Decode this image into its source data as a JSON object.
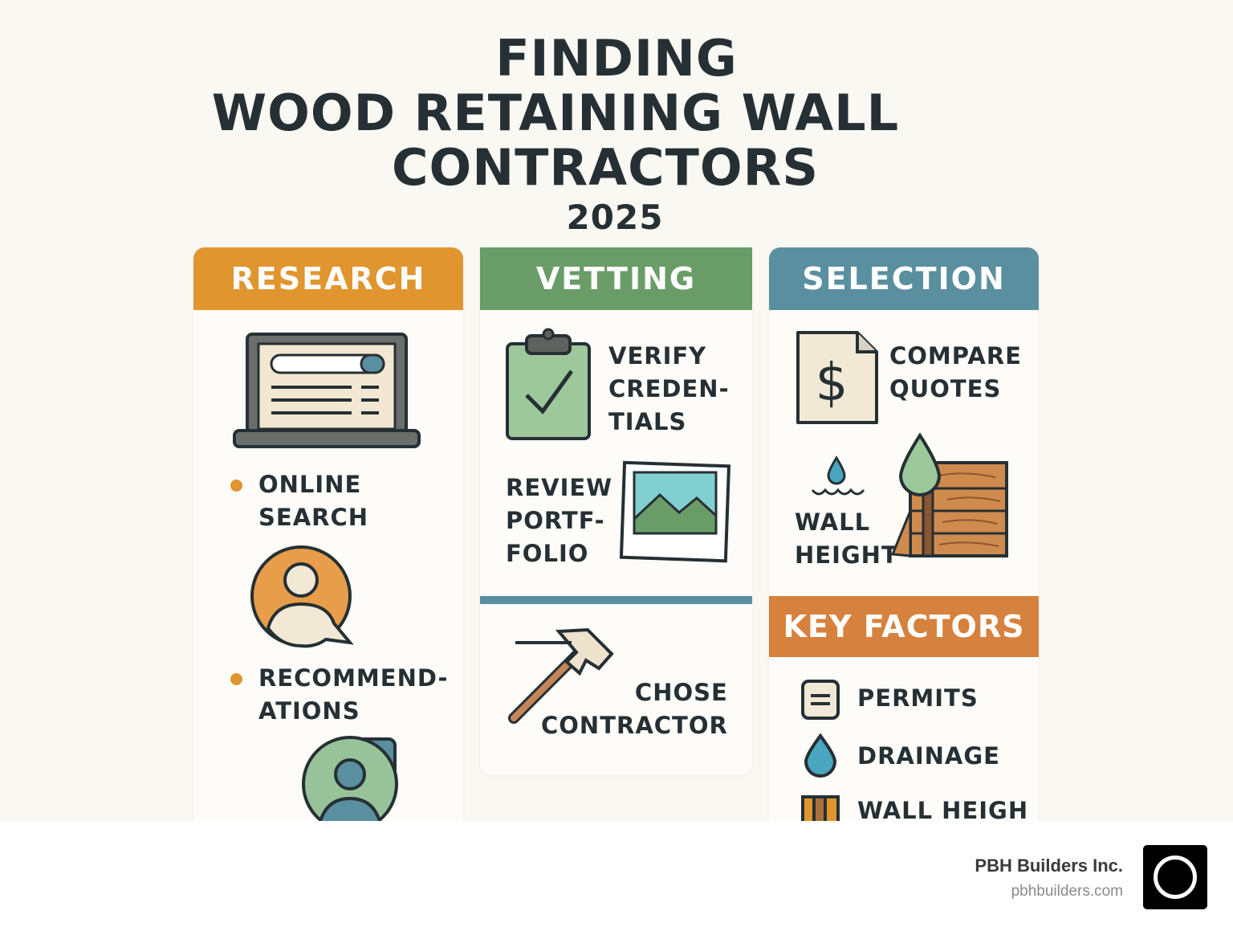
{
  "title": {
    "line1": "FINDING",
    "line2": "WOOD RETAINING WALL",
    "line3": "CONTRACTORS",
    "year": "2025"
  },
  "colors": {
    "research": "#E0952F",
    "vetting": "#6A9C68",
    "selection": "#5A8FA0",
    "key_factors": "#D6813E",
    "text": "#263034"
  },
  "research": {
    "header": "RESEARCH",
    "items": [
      "ONLINE\nSEARCH",
      "RECOMMEND-\nATIONS"
    ]
  },
  "vetting": {
    "header": "VETTING",
    "items": [
      "VERIFY\nCREDEN-\nTIALS",
      "REVIEW\nPORTF-\nFOLIO",
      "CHOSE\nCONTRACTOR"
    ]
  },
  "selection": {
    "header": "SELECTION",
    "items": [
      "COMPARE\nQUOTES",
      "WALL\nHEIGHT"
    ]
  },
  "key_factors": {
    "header": "KEY FACTORS",
    "items": [
      "PERMITS",
      "DRAINAGE",
      "WALL HEIGH"
    ]
  },
  "footer": {
    "company": "PBH Builders Inc.",
    "website": "pbhbuilders.com"
  }
}
